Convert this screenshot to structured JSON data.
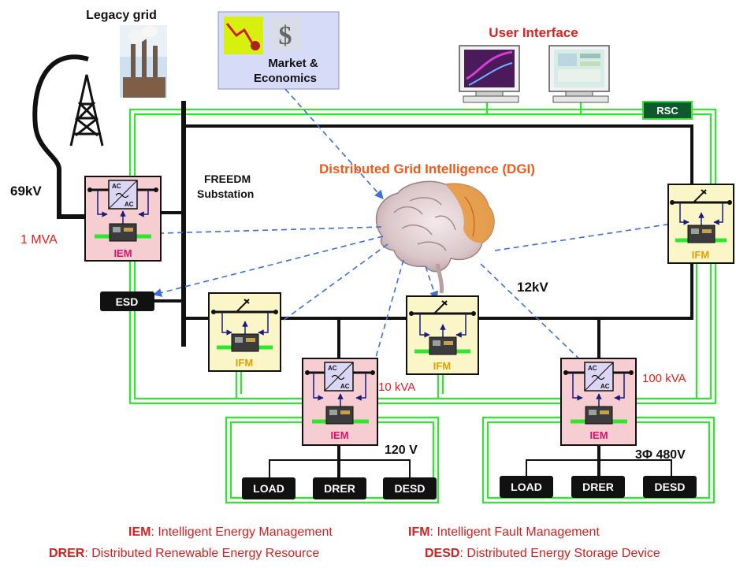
{
  "labels": {
    "legacy_grid": "Legacy grid",
    "market": [
      "Market &",
      "Economics"
    ],
    "user_interface": "User Interface",
    "rsc": "RSC",
    "dgi": "Distributed Grid Intelligence (DGI)",
    "freedm": [
      "FREEDM",
      "Substation"
    ],
    "kv69": "69kV",
    "mva1": "1 MVA",
    "esd": "ESD",
    "kv12": "12kV",
    "kva10": "10 kVA",
    "kva100": "100 kVA",
    "v120": "120 V",
    "v480": "3Φ 480V"
  },
  "devices": {
    "iem": "IEM",
    "ifm": "IFM",
    "ac": "AC"
  },
  "loads": {
    "load": "LOAD",
    "drer": "DRER",
    "desd": "DESD"
  },
  "legend": [
    {
      "key": "IEM",
      "text": ": Intelligent Energy Management"
    },
    {
      "key": "IFM",
      "text": ": Intelligent Fault Management"
    },
    {
      "key": "DRER",
      "text": ": Distributed Renewable Energy Resource"
    },
    {
      "key": "DESD",
      "text": ": Distributed Energy Storage Device"
    }
  ],
  "colors": {
    "green_line": "#2ee82e",
    "dashed_arrow": "#3a6fdd",
    "red_text": "#d42020",
    "dgi_text": "#f05a1a",
    "iem_bg": "#f6cdd0",
    "ifm_bg": "#fbf6c8",
    "ifm_text": "#e0a000",
    "iem_text": "#e0106a",
    "market_bg": "#d6dcf7"
  }
}
